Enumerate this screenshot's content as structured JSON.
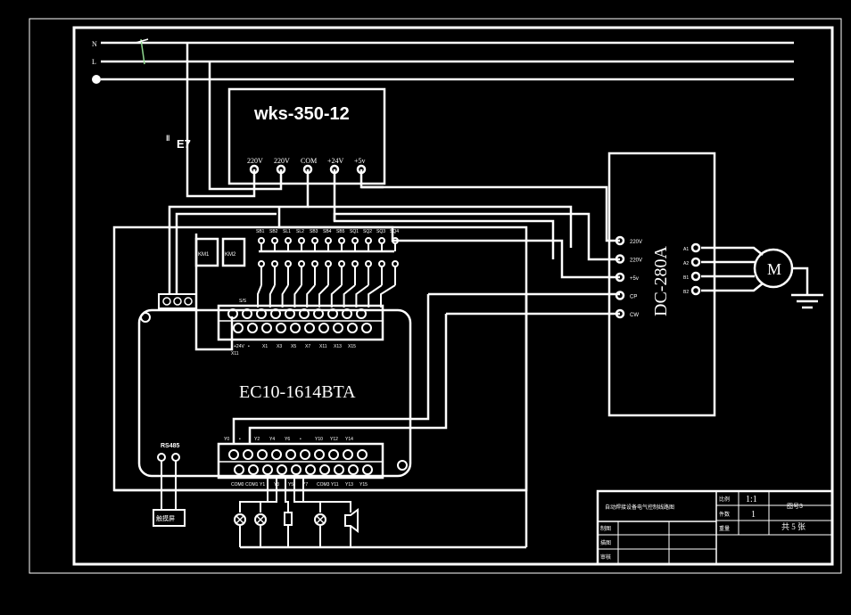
{
  "colors": {
    "background": "#000000",
    "line": "#ffffff",
    "accent": "#8fd88f"
  },
  "lines": {
    "n": "N",
    "l": "L"
  },
  "power_supply": {
    "title": "wks-350-12",
    "terminals": [
      "220V",
      "220V",
      "COM",
      "+24V",
      "+5v"
    ]
  },
  "fuse_label": "E7",
  "relays": [
    {
      "label": "KM1"
    },
    {
      "label": "KM2"
    }
  ],
  "plc": {
    "model": "EC10-1614BTA",
    "switch_labels": [
      "SB1",
      "SB2",
      "SL1",
      "SL2",
      "SB3",
      "SB4",
      "SB5",
      "SQ1",
      "SQ2",
      "SQ3",
      "SQ4"
    ],
    "top_terminal_labels": [
      "S/S"
    ],
    "input_row_labels": [
      "+24V",
      "•",
      "X1",
      "X3",
      "X5",
      "X7",
      "X11",
      "X13",
      "X15"
    ],
    "input_row_sub_labels": [
      "X11"
    ],
    "output_top_labels": [
      "Y0",
      "•",
      "Y2",
      "Y4",
      "Y6",
      "•",
      "Y10",
      "Y12",
      "Y14"
    ],
    "output_bottom_labels": [
      "COM0",
      "COM1",
      "Y1",
      "Y3",
      "Y5",
      "Y7",
      "COM3",
      "Y11",
      "Y13",
      "Y15"
    ],
    "rs485_label": "RS485",
    "device_label": "触摸屏"
  },
  "driver": {
    "model": "DC-280A",
    "left_terminals": [
      "220V",
      "220V",
      "+5v",
      "CP",
      "CW"
    ],
    "right_terminals": [
      "A1",
      "A2",
      "B1",
      "B2"
    ]
  },
  "motor_label": "M",
  "title_block": {
    "drawing_title": "自动焊接设备电气控制线路图",
    "scale_label": "比例",
    "scale_value": "1:1",
    "qty_label": "件数",
    "qty_value": "1",
    "weight_label": "重量",
    "drawing_no": "图号3",
    "sheet": "共 5 张",
    "drawn_label": "制图",
    "design_label": "描图",
    "review_label": "审核"
  }
}
